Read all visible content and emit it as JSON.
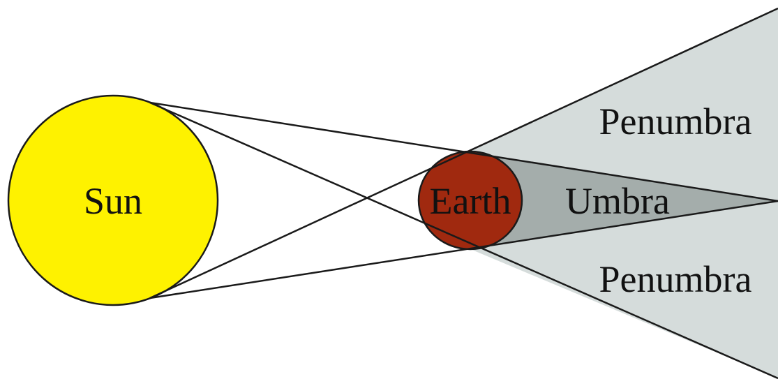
{
  "labels": {
    "sun": "Sun",
    "earth": "Earth",
    "umbra": "Umbra",
    "penumbra_upper": "Penumbra",
    "penumbra_lower": "Penumbra"
  },
  "colors": {
    "background": "#ffffff",
    "sun_fill": "#fef200",
    "earth_fill": "#a0290f",
    "penumbra_fill": "#d5dcdb",
    "umbra_fill": "#a4adab",
    "line": "#1a1a1a"
  }
}
